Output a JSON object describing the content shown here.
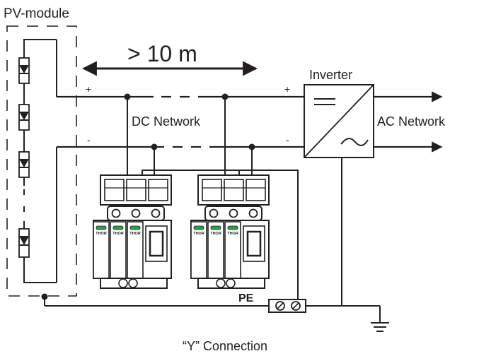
{
  "labels": {
    "pv_module": "PV-module",
    "distance": "> 10 m",
    "dc_network": "DC Network",
    "inverter": "Inverter",
    "ac_network": "AC Network",
    "plus_left": "+",
    "minus_left": "-",
    "plus_right": "+",
    "minus_right": "-",
    "pe": "PE",
    "y_connection": "“Y” Connection"
  },
  "spd_brand": "THOR",
  "colors": {
    "line": "#231f20",
    "spd_window": "#2e9d4a"
  }
}
